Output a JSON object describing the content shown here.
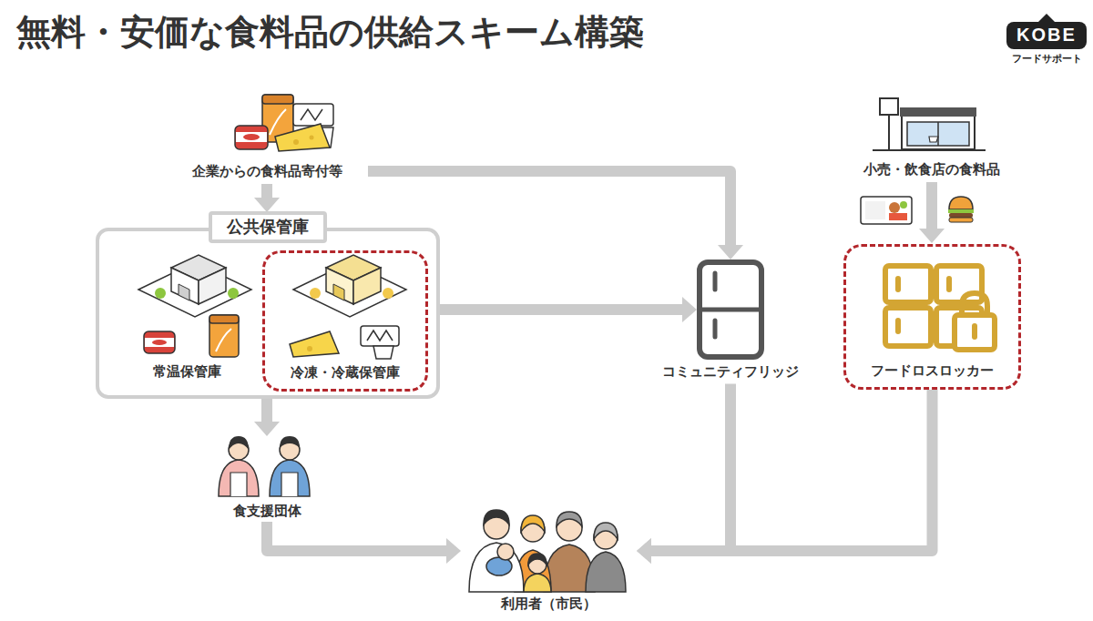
{
  "diagram": {
    "title": "無料・安価な食料品の供給スキーム構築",
    "nodes": [
      {
        "text": [
          "企業からの食料品寄付等"
        ]
      },
      {
        "text": [
          "小売・飲食店の食料品"
        ]
      },
      {
        "text": [
          "公共保管庫"
        ]
      },
      {
        "text": [
          "常温保管庫"
        ],
        "in": 2
      },
      {
        "text": [
          "冷凍・冷蔵保管庫"
        ],
        "in": 2
      },
      {
        "text": [
          "コミュニティフリッジ"
        ]
      },
      {
        "text": [
          "フードロスロッカー"
        ]
      },
      {
        "text": [
          "食支援団体"
        ]
      },
      {
        "text": [
          "利用者（市民）"
        ]
      }
    ],
    "edges": [
      {
        "from": 0,
        "to": 2,
        "arrow": "to"
      },
      {
        "from": 0,
        "to": 5,
        "arrow": "to"
      },
      {
        "from": 2,
        "to": 5,
        "arrow": "to"
      },
      {
        "from": 1,
        "to": 6,
        "arrow": "to"
      },
      {
        "from": 2,
        "to": 7,
        "arrow": "to"
      },
      {
        "from": 7,
        "to": 8,
        "arrow": "to"
      },
      {
        "from": 5,
        "to": 8,
        "arrow": "to"
      },
      {
        "from": 6,
        "to": 8,
        "arrow": "to"
      }
    ],
    "labels": [
      "KOBE",
      "フードサポート"
    ]
  }
}
